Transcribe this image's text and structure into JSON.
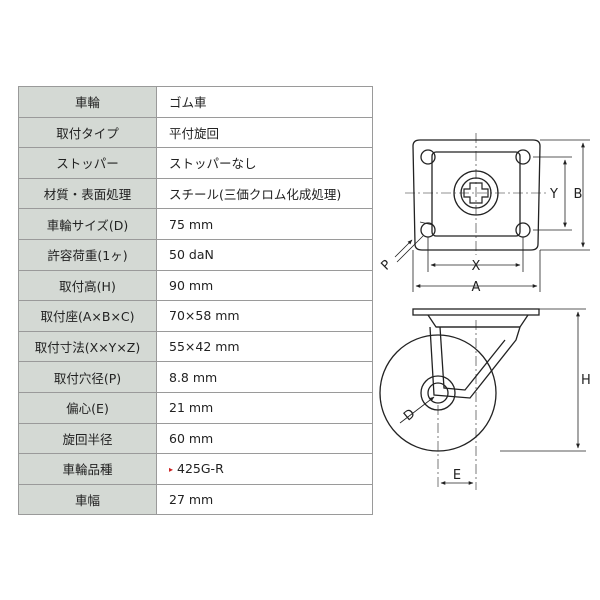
{
  "specs": {
    "rows": [
      {
        "key": "車輪",
        "value": "ゴム車"
      },
      {
        "key": "取付タイプ",
        "value": "平付旋回"
      },
      {
        "key": "ストッパー",
        "value": "ストッパーなし"
      },
      {
        "key": "材質・表面処理",
        "value": "スチール(三価クロム化成処理)"
      },
      {
        "key": "車輪サイズ(D)",
        "value": "75 mm"
      },
      {
        "key": "許容荷重(1ヶ)",
        "value": "50 daN"
      },
      {
        "key": "取付高(H)",
        "value": "90 mm"
      },
      {
        "key": "取付座(A×B×C)",
        "value": "70×58 mm"
      },
      {
        "key": "取付寸法(X×Y×Z)",
        "value": "55×42 mm"
      },
      {
        "key": "取付穴径(P)",
        "value": "8.8 mm"
      },
      {
        "key": "偏心(E)",
        "value": "21 mm"
      },
      {
        "key": "旋回半径",
        "value": "60 mm"
      },
      {
        "key": "車輪品種",
        "value": "425G-R"
      },
      {
        "key": "車幅",
        "value": "27 mm"
      }
    ]
  },
  "diagram": {
    "labels": {
      "a": "A",
      "b": "B",
      "x": "X",
      "y": "Y",
      "p": "P",
      "h": "H",
      "d": "D",
      "e": "E"
    }
  },
  "colors": {
    "header_bg": "#d4d9d4",
    "marker": "#cc2222",
    "line": "#222222"
  }
}
